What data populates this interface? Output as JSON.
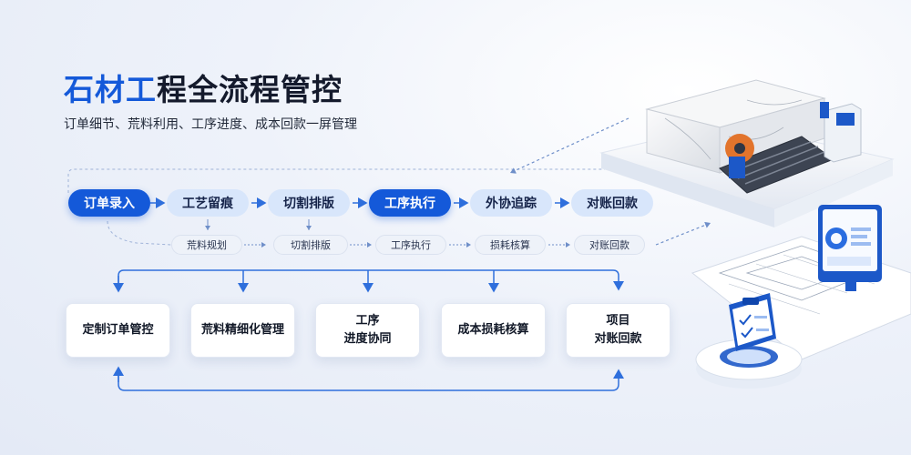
{
  "header": {
    "title_highlight": "石材工",
    "title_rest": "程全流程管控",
    "subtitle": "订单细节、荒料利用、工序进度、成本回款一屏管理"
  },
  "flow": {
    "steps": [
      {
        "label": "订单录入",
        "active": true
      },
      {
        "label": "工艺留痕",
        "active": false
      },
      {
        "label": "切割排版",
        "active": false
      },
      {
        "label": "工序执行",
        "active": true
      },
      {
        "label": "外协追踪",
        "active": false
      },
      {
        "label": "对账回款",
        "active": false
      }
    ],
    "substeps": [
      "荒料规划",
      "切割排版",
      "工序执行",
      "损耗核算",
      "对账回款"
    ]
  },
  "modules": [
    {
      "lines": [
        "定制订单管控"
      ]
    },
    {
      "lines": [
        "荒料精细化管理"
      ]
    },
    {
      "lines": [
        "工序",
        "进度协同"
      ]
    },
    {
      "lines": [
        "成本损耗核算"
      ]
    },
    {
      "lines": [
        "项目",
        "对账回款"
      ]
    }
  ],
  "colors": {
    "accent": "#1459d9",
    "pill_inactive": "#d8e6fb",
    "connector": "#2f6fdc"
  },
  "icons": [
    "stone-cutting-machine-illustration",
    "blueprint-illustration",
    "dashboard-monitor-icon",
    "checklist-clipboard-icon"
  ]
}
